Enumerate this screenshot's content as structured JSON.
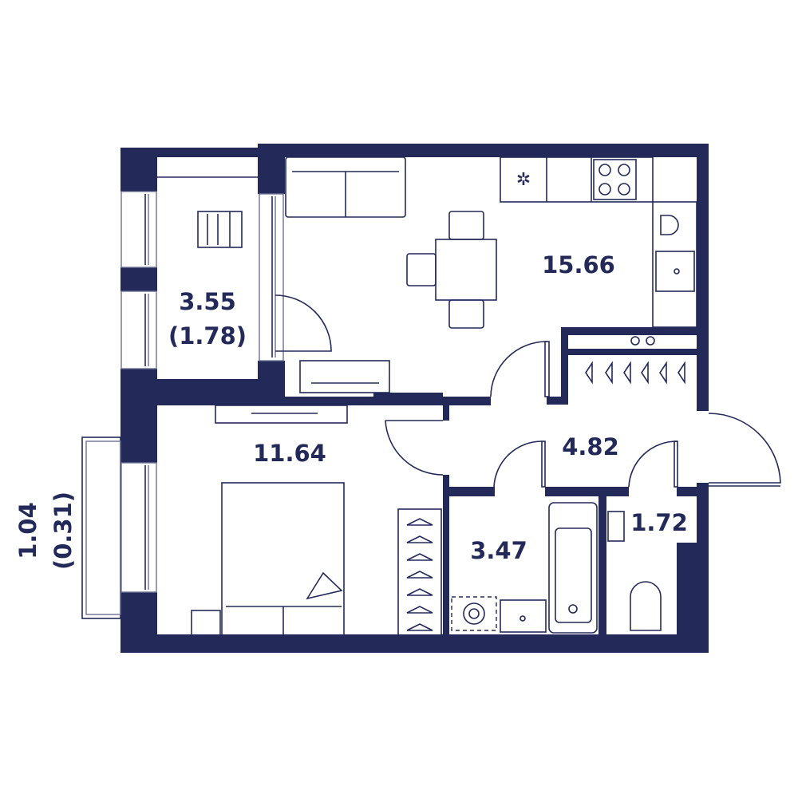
{
  "plan": {
    "color": "#232a5a",
    "rooms": [
      {
        "id": "living-kitchen",
        "area": "15.66"
      },
      {
        "id": "loggia",
        "area": "3.55",
        "reduced_area": "(1.78)"
      },
      {
        "id": "bedroom",
        "area": "11.64"
      },
      {
        "id": "hallway",
        "area": "4.82"
      },
      {
        "id": "bathroom",
        "area": "3.47"
      },
      {
        "id": "toilet",
        "area": "1.72"
      },
      {
        "id": "balcony",
        "area": "1.04",
        "reduced_area": "(0.31)"
      }
    ]
  }
}
